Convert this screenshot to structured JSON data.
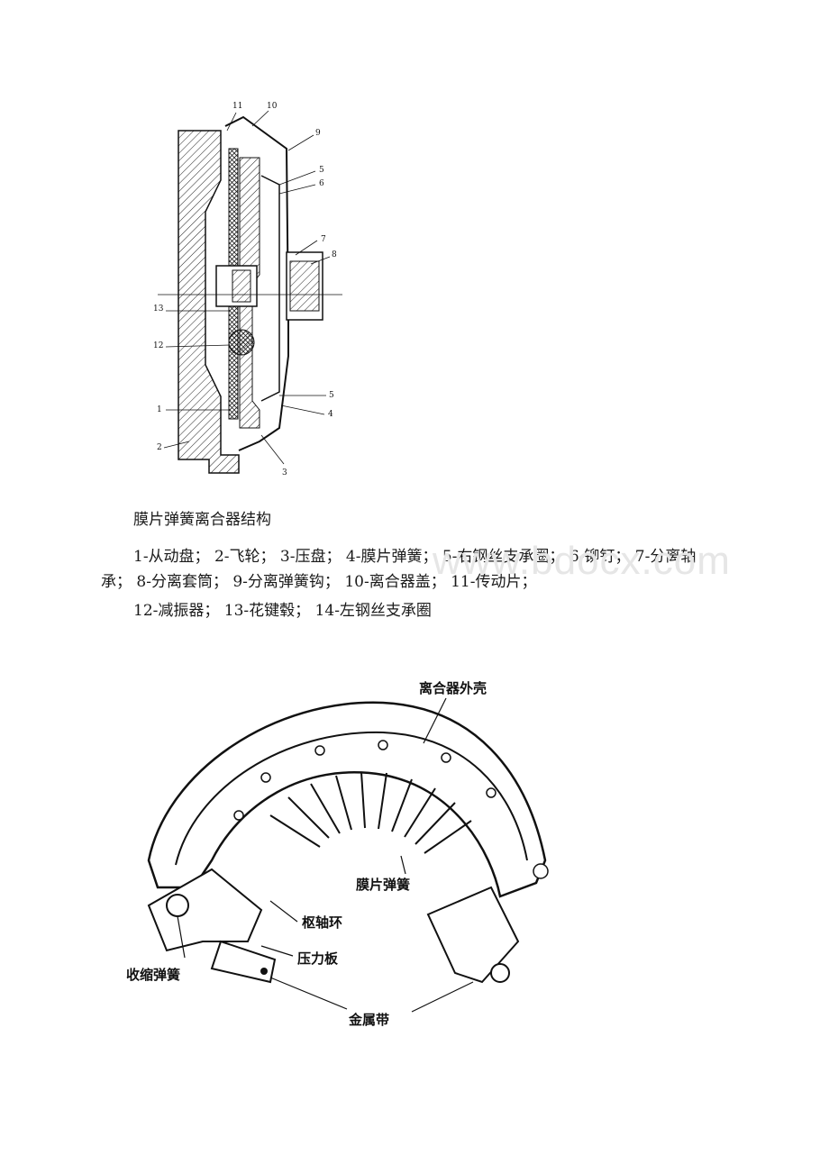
{
  "figure1": {
    "part_numbers": [
      "11",
      "10",
      "9",
      "5",
      "6",
      "7",
      "8",
      "13",
      "12",
      "5",
      "1",
      "4",
      "2",
      "3"
    ]
  },
  "caption": "膜片弹簧离合器结构",
  "legend_line1": "1-从动盘； 2-飞轮； 3-压盘； 4-膜片弹簧； 5-右钢丝支承圈； 6-铆钉； 7-分离轴",
  "legend_line2": "承； 8-分离套筒； 9-分离弹簧钩； 10-离合器盖； 11-传动片；",
  "legend_line3": "12-减振器； 13-花键毂； 14-左钢丝支承圈",
  "watermark": "www.bdocx.com",
  "figure2": {
    "labels": {
      "housing": "离合器外壳",
      "diaphragm": "膜片弹簧",
      "pivot_ring": "枢轴环",
      "pressure_plate": "压力板",
      "retract_spring": "收缩弹簧",
      "metal_strap": "金属带"
    }
  }
}
